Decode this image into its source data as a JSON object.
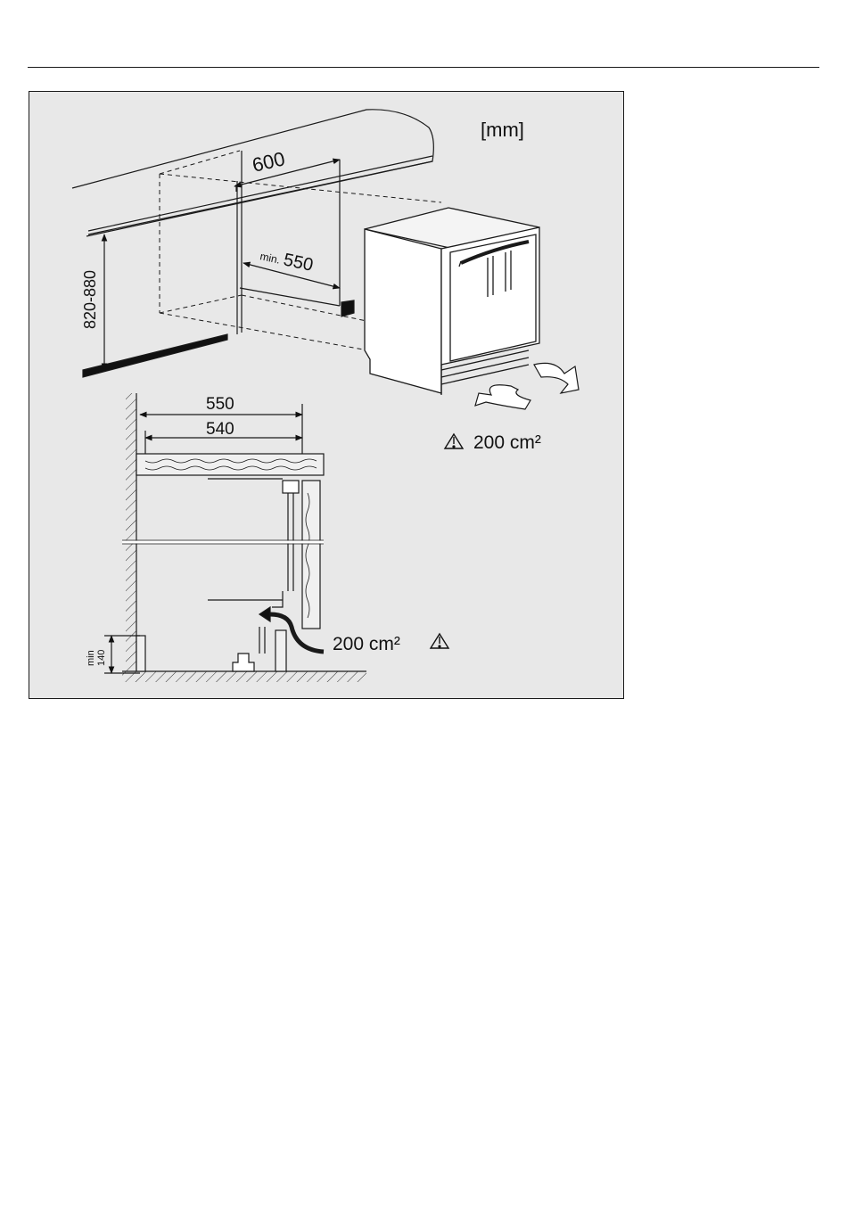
{
  "diagram": {
    "unit_label": "[mm]",
    "labels": {
      "niche_width": "600",
      "niche_depth_prefix": "min.",
      "niche_depth_value": "550",
      "niche_height": "820-880",
      "counter_depth": "550",
      "inner_depth": "540",
      "plinth_height_prefix": "min",
      "plinth_height_value": "140"
    },
    "ventilation": {
      "front_area": "200 cm²",
      "side_area": "200 cm²"
    },
    "colors": {
      "frame_background": "#e8e8e8",
      "line": "#1a1a1a",
      "appliance_fill": "#ffffff"
    },
    "icons": [
      "warning-triangle-icon",
      "airflow-arrow-icon"
    ]
  }
}
